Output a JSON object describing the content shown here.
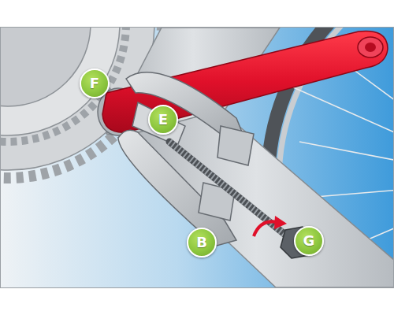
{
  "diagram": {
    "nodes": [
      {
        "text": [
          "F"
        ]
      },
      {
        "text": [
          "E"
        ]
      },
      {
        "text": [
          "B"
        ]
      },
      {
        "text": [
          "G"
        ]
      }
    ]
  }
}
